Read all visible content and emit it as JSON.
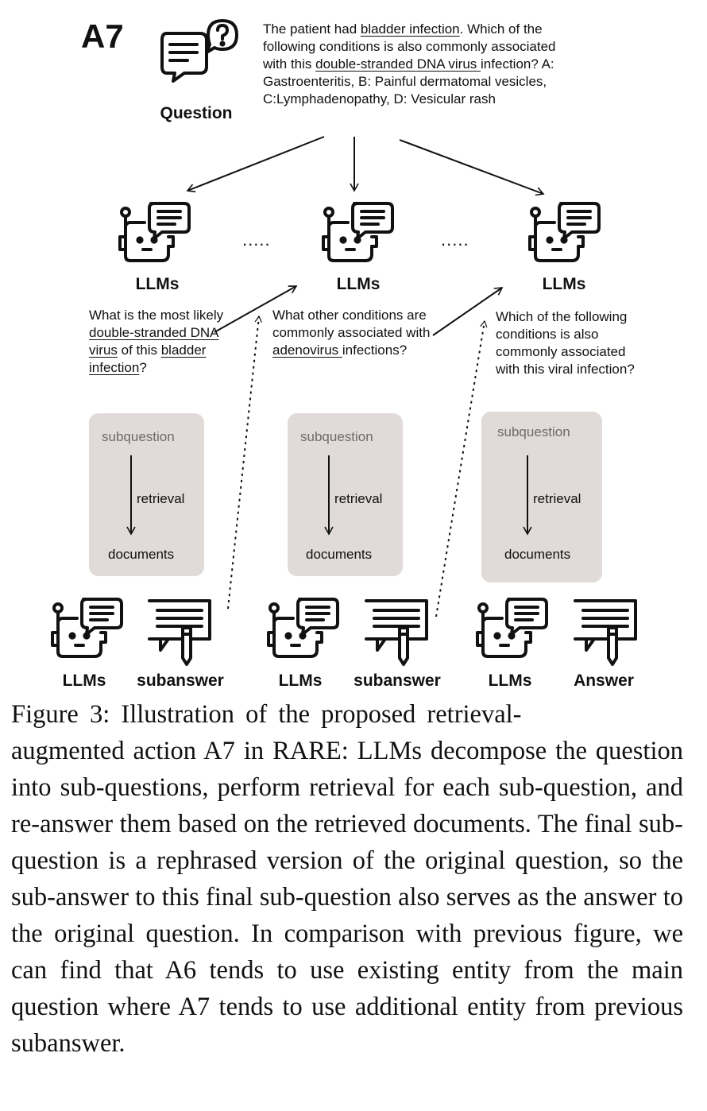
{
  "title": "A7",
  "question": {
    "label": "Question",
    "parts": [
      {
        "t": "The patient had ",
        "u": false
      },
      {
        "t": "bladder infection",
        "u": true
      },
      {
        "t": ". Which of the following conditions is also commonly associated with this ",
        "u": false
      },
      {
        "t": "double-stranded DNA virus ",
        "u": true
      },
      {
        "t": "infection? A: Gastroenteritis, B: Painful dermatomal vesicles, C:Lymphadenopathy, D: Vesicular rash",
        "u": false
      }
    ]
  },
  "llm_label": "LLMs",
  "dots": ".....",
  "subquestions": [
    [
      {
        "t": "What is the most likely ",
        "u": false
      },
      {
        "t": "double-stranded DNA virus",
        "u": true
      },
      {
        "t": " of this ",
        "u": false
      },
      {
        "t": "bladder infection",
        "u": true
      },
      {
        "t": "?",
        "u": false
      }
    ],
    [
      {
        "t": "What other conditions are commonly associated with ",
        "u": false
      },
      {
        "t": "adenovirus ",
        "u": true
      },
      {
        "t": "infections?",
        "u": false
      }
    ],
    [
      {
        "t": "Which of the following conditions is also commonly associated with this viral infection?",
        "u": false
      }
    ]
  ],
  "retrieval_box": {
    "subquestion": "subquestion",
    "retrieval": "retrieval",
    "documents": "documents"
  },
  "bottom_labels": [
    "LLMs",
    "subanswer",
    "LLMs",
    "subanswer",
    "LLMs",
    "Answer"
  ],
  "caption": {
    "lead": "Figure 3:  Illustration of the proposed retrieval-",
    "rest": "augmented action A7 in RARE: LLMs decompose the question into sub-questions, perform retrieval for each sub-question, and re-answer them based on the retrieved documents. The final sub-question is a rephrased version of the original question, so the sub-answer to this final sub-question also serves as the answer to the original question. In comparison with previous figure, we can find that A6 tends to use existing entity from the main question where A7 tends to use additional entity from previous subanswer."
  }
}
